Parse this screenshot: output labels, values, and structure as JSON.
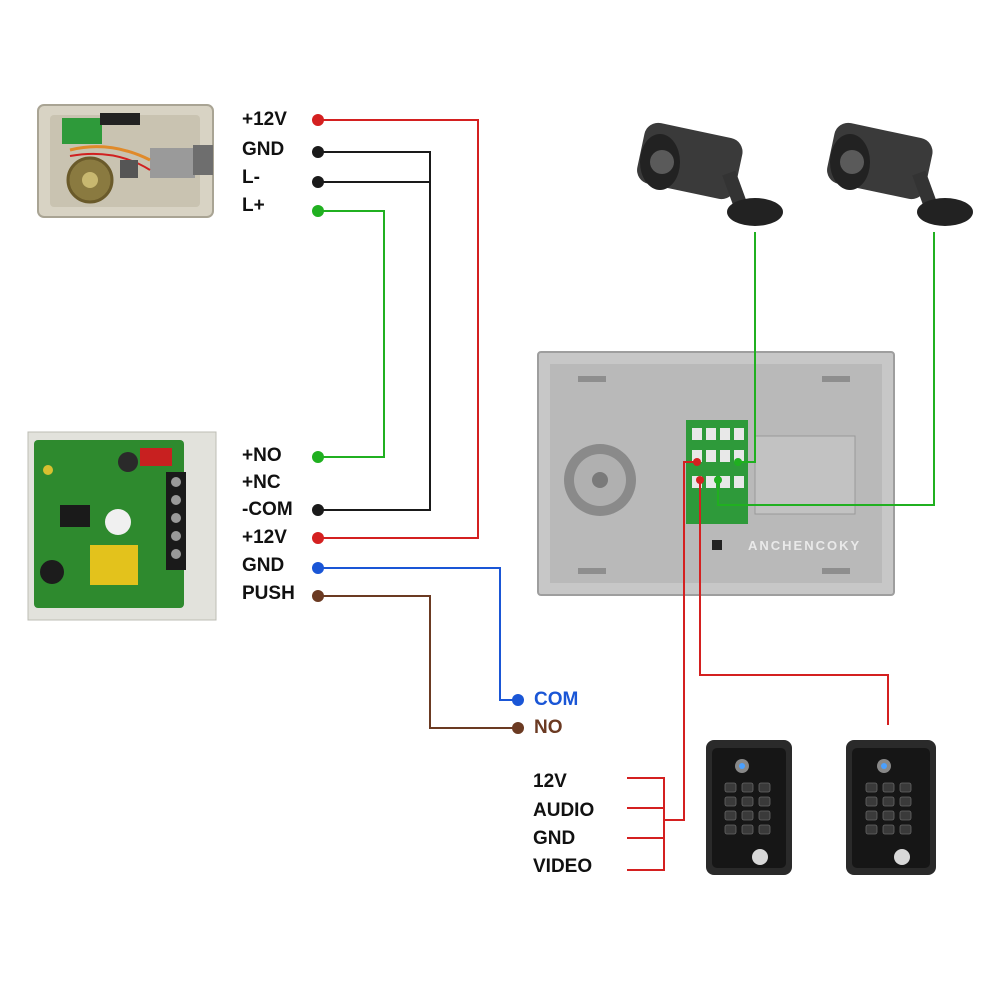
{
  "lock_terminals": [
    "+12V",
    "GND",
    "L-",
    "L+"
  ],
  "power_supply_terminals": [
    "+NO",
    "+NC",
    "-COM",
    "+12V",
    "GND",
    "PUSH"
  ],
  "exit_button_terminals": [
    "COM",
    "NO"
  ],
  "doorbell_terminals": [
    "12V",
    "AUDIO",
    "GND",
    "VIDEO"
  ],
  "monitor_brand": "ANCHENCOKY",
  "colors": {
    "red": "#d42020",
    "black": "#1a1a1a",
    "green": "#20b020",
    "blue": "#1a56d6",
    "brown": "#6b3a22"
  }
}
